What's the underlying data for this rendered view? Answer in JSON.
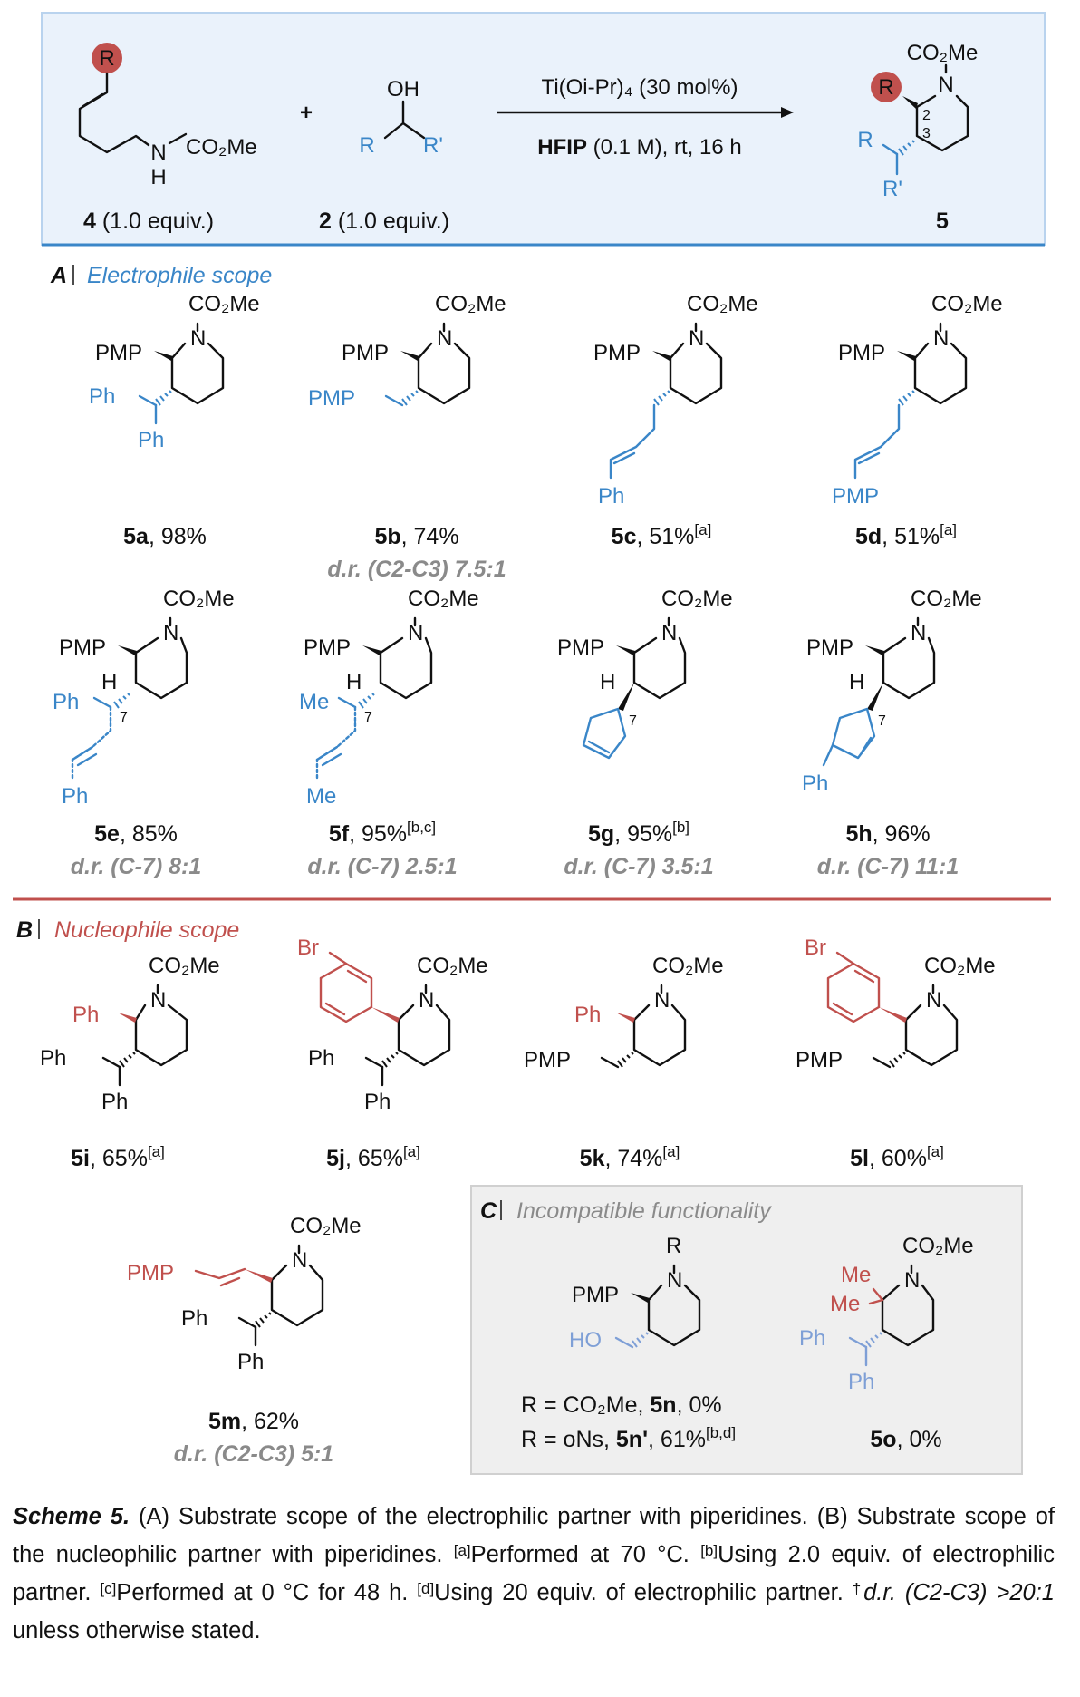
{
  "header": {
    "reagent4_label": "R",
    "reagent4_nh": "N",
    "reagent4_h": "H",
    "reagent4_co2me": "CO₂Me",
    "reagent4_caption_num": "4",
    "reagent4_caption_rest": "(1.0 equiv.)",
    "plus": "+",
    "alcohol_oh": "OH",
    "alcohol_r": "R",
    "alcohol_rp": "R'",
    "reagent2_caption_num": "2",
    "reagent2_caption_rest": "(1.0 equiv.)",
    "cond_line1": "Ti(Oi-Pr)₄ (30 mol%)",
    "cond_hfip": "HFIP",
    "cond_line2_rest": "(0.1 M), rt, 16 h",
    "product_r": "R",
    "product_rp": "R'",
    "product_co2me": "CO₂Me",
    "product_n": "N",
    "product_pos2": "2",
    "product_pos3": "3",
    "product_num": "5"
  },
  "section_a": {
    "letter": "A",
    "title": "Electrophile scope",
    "compounds": [
      {
        "id": "5a",
        "label_rest": ", 98%",
        "sup": "",
        "dr": ""
      },
      {
        "id": "5b",
        "label_rest": ", 74%",
        "sup": "",
        "dr": "d.r. (C2-C3) 7.5:1"
      },
      {
        "id": "5c",
        "label_rest": ", 51%",
        "sup": "[a]",
        "dr": ""
      },
      {
        "id": "5d",
        "label_rest": ", 51%",
        "sup": "[a]",
        "dr": ""
      },
      {
        "id": "5e",
        "label_rest": ", 85%",
        "sup": "",
        "dr": "d.r. (C-7) 8:1"
      },
      {
        "id": "5f",
        "label_rest": ", 95%",
        "sup": "[b,c]",
        "dr": "d.r. (C-7) 2.5:1"
      },
      {
        "id": "5g",
        "label_rest": ", 95%",
        "sup": "[b]",
        "dr": "d.r. (C-7) 3.5:1"
      },
      {
        "id": "5h",
        "label_rest": ", 96%",
        "sup": "",
        "dr": "d.r. (C-7) 11:1"
      }
    ]
  },
  "section_b": {
    "letter": "B",
    "title": "Nucleophile scope",
    "compounds": [
      {
        "id": "5i",
        "label_rest": ", 65%",
        "sup": "[a]",
        "dr": ""
      },
      {
        "id": "5j",
        "label_rest": ", 65%",
        "sup": "[a]",
        "dr": ""
      },
      {
        "id": "5k",
        "label_rest": ", 74%",
        "sup": "[a]",
        "dr": ""
      },
      {
        "id": "5l",
        "label_rest": ", 60%",
        "sup": "[a]",
        "dr": ""
      },
      {
        "id": "5m",
        "label_rest": ", 62%",
        "sup": "",
        "dr": "d.r. (C2-C3) 5:1"
      }
    ]
  },
  "section_c": {
    "letter": "C",
    "title": "Incompatible functionality",
    "line1_pre": "R = CO₂Me, ",
    "line1_id": "5n",
    "line1_post": ", 0%",
    "line2_pre": "R = oNs, ",
    "line2_id": "5n'",
    "line2_post": ", 61%",
    "line2_sup": "[b,d]",
    "o_id": "5o",
    "o_post": ", 0%"
  },
  "labels": {
    "pmp": "PMP",
    "ph": "Ph",
    "me": "Me",
    "br": "Br",
    "h": "H",
    "ho": "HO",
    "n": "N",
    "r": "R",
    "co2me": "CO₂Me",
    "c7": "7"
  },
  "caption": {
    "scheme": "Scheme 5.",
    "a_text": "(A) Substrate scope of the electrophilic partner with piperidines. (B) Substrate scope of the nucleophilic partner with piperidines.",
    "fa_sup": "[a]",
    "fa_text": "Performed at 70 °C.",
    "fb_sup": "[b]",
    "fb_text": "Using 2.0 equiv. of electrophilic partner.",
    "fc_sup": "[c]",
    "fc_text": "Performed at 0 °C for 48 h.",
    "fd_sup": "[d]",
    "fd_text": "Using 20 equiv. of electrophilic partner.",
    "dagger": "†",
    "dr_text": "d.r. (C2-C3) >20:1",
    "tail": "unless otherwise stated."
  },
  "colors": {
    "electrophile": "#3a86c8",
    "nucleophile": "#c0504d",
    "incompatible": "#7e9fd6",
    "header_bg": "#eaf2fb",
    "header_border": "#b9d3ee",
    "c_box_bg": "#efefef"
  }
}
